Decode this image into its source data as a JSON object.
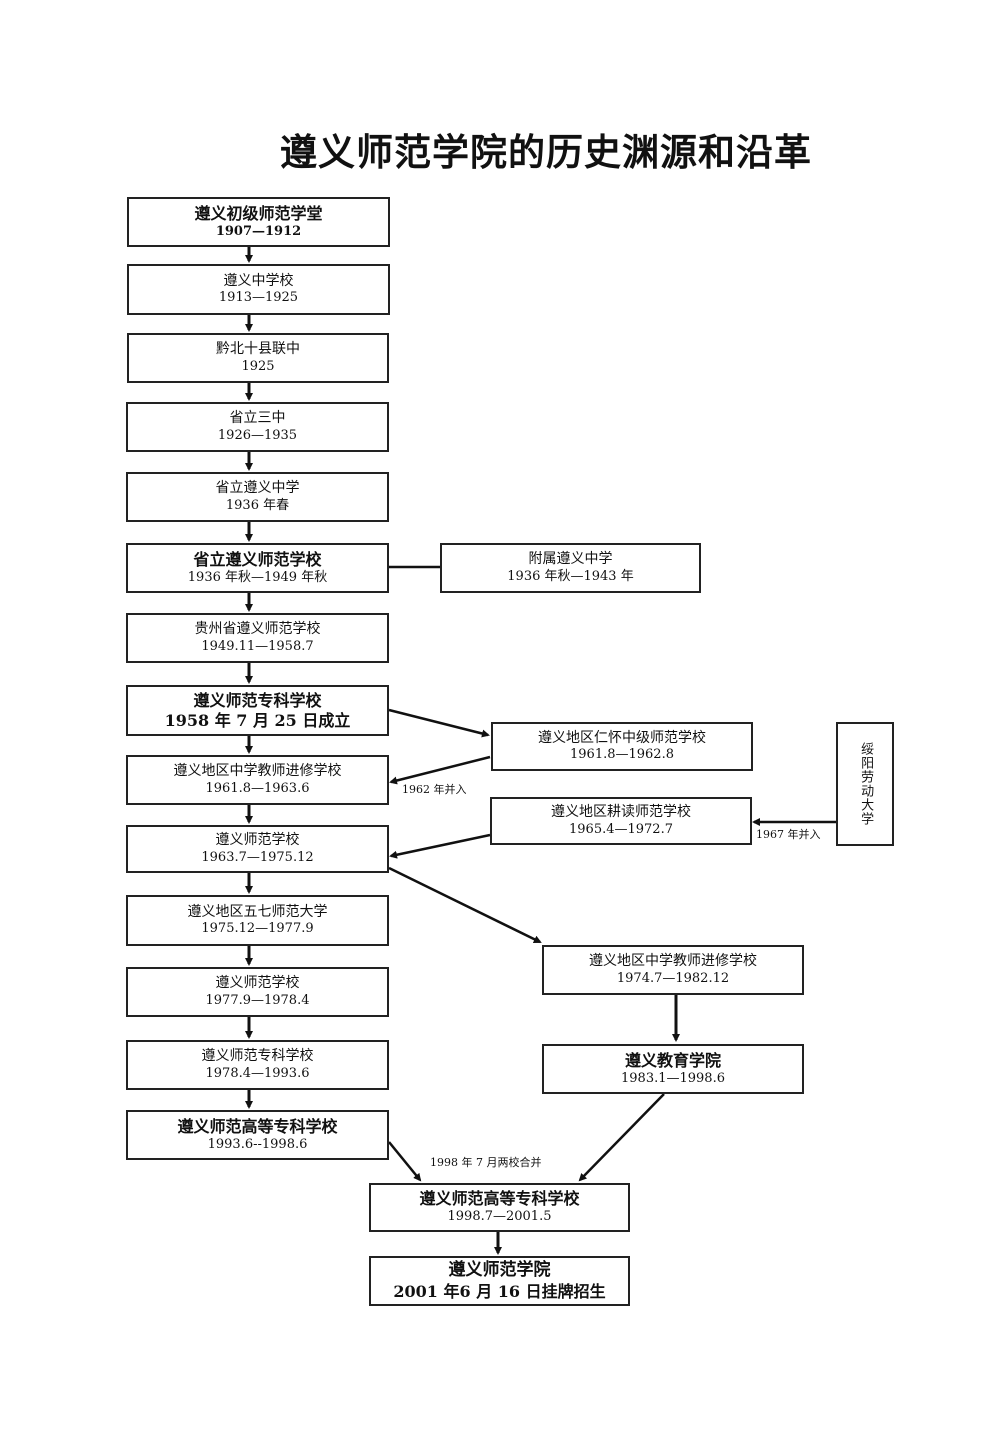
{
  "title": "遵义师范学院的历史渊源和沿革",
  "nodes": {
    "n1": {
      "name": "遵义初级师范学堂",
      "dates": "1907—1912"
    },
    "n2": {
      "name": "遵义中学校",
      "dates": "1913—1925"
    },
    "n3": {
      "name": "黔北十县联中",
      "dates": "1925"
    },
    "n4": {
      "name": "省立三中",
      "dates": "1926—1935"
    },
    "n5": {
      "name": "省立遵义中学",
      "dates": "1936 年春"
    },
    "n6": {
      "name": "省立遵义师范学校",
      "dates": "1936 年秋—1949 年秋"
    },
    "n6a": {
      "name": "附属遵义中学",
      "dates": "1936 年秋—1943 年"
    },
    "n7": {
      "name": "贵州省遵义师范学校",
      "dates": "1949.11—1958.7"
    },
    "n8": {
      "name": "遵义师范专科学校",
      "dates": "1958 年 7 月 25 日成立"
    },
    "n8a": {
      "name": "遵义地区仁怀中级师范学校",
      "dates": "1961.8—1962.8"
    },
    "n9": {
      "name": "遵义地区中学教师进修学校",
      "dates": "1961.8—1963.6"
    },
    "n9a": {
      "name": "遵义地区耕读师范学校",
      "dates": "1965.4—1972.7"
    },
    "n9b": {
      "name": "绥阳劳动大学"
    },
    "n10": {
      "name": "遵义师范学校",
      "dates": "1963.7—1975.12"
    },
    "n11": {
      "name": "遵义地区五七师范大学",
      "dates": "1975.12—1977.9"
    },
    "n11a": {
      "name": "遵义地区中学教师进修学校",
      "dates": "1974.7—1982.12"
    },
    "n12": {
      "name": "遵义师范学校",
      "dates": "1977.9—1978.4"
    },
    "n13": {
      "name": "遵义师范专科学校",
      "dates": "1978.4—1993.6"
    },
    "n13a": {
      "name": "遵义教育学院",
      "dates": "1983.1—1998.6"
    },
    "n14": {
      "name": "遵义师范高等专科学校",
      "dates": "1993.6--1998.6"
    },
    "n15": {
      "name": "遵义师范高等专科学校",
      "dates": "1998.7—2001.5"
    },
    "n16": {
      "name": "遵义师范学院",
      "dates": "2001 年6 月 16 日挂牌招生"
    }
  },
  "notes": {
    "merge_1962": "1962 年并入",
    "merge_1967": "1967 年并入",
    "merge_1998": "1998 年 7 月两校合并"
  }
}
